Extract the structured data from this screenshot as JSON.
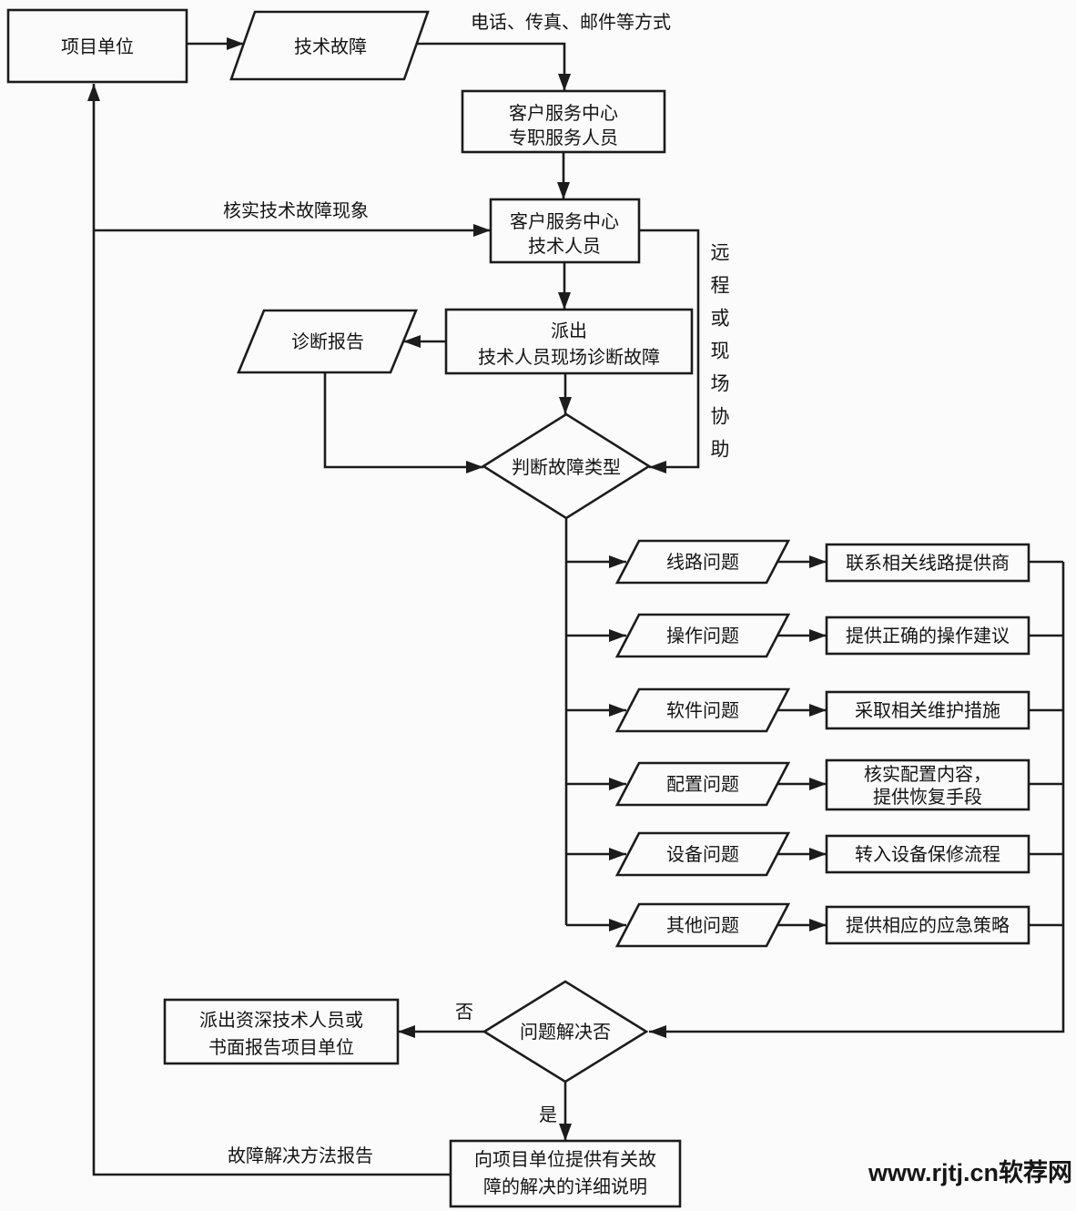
{
  "diagram": {
    "nodes": {
      "project_unit": {
        "label": "项目单位"
      },
      "tech_fault": {
        "label": "技术故障"
      },
      "service_center_staff": {
        "line1": "客户服务中心",
        "line2": "专职服务人员"
      },
      "service_center_tech": {
        "line1": "客户服务中心",
        "line2": "技术人员"
      },
      "dispatch_diagnose": {
        "line1": "派出",
        "line2": "技术人员现场诊断故障"
      },
      "diagnosis_report": {
        "label": "诊断报告"
      },
      "judge_fault_type": {
        "label": "判断故障类型"
      },
      "branches": [
        {
          "problem": "线路问题",
          "action": "联系相关线路提供商"
        },
        {
          "problem": "操作问题",
          "action": "提供正确的操作建议"
        },
        {
          "problem": "软件问题",
          "action": "采取相关维护措施"
        },
        {
          "problem": "配置问题",
          "action_line1": "核实配置内容，",
          "action_line2": "提供恢复手段"
        },
        {
          "problem": "设备问题",
          "action": "转入设备保修流程"
        },
        {
          "problem": "其他问题",
          "action": "提供相应的应急策略"
        }
      ],
      "problem_solved": {
        "label": "问题解决否"
      },
      "senior_dispatch": {
        "line1": "派出资深技术人员或",
        "line2": "书面报告项目单位"
      },
      "final_explanation": {
        "line1": "向项目单位提供有关故",
        "line2": "障的解决的详细说明"
      }
    },
    "edge_labels": {
      "contact_methods": "电话、传真、邮件等方式",
      "verify_fault": "核实技术故障现象",
      "remote_or_onsite": "远程或现场协助",
      "no": "否",
      "yes": "是",
      "solution_report": "故障解决方法报告"
    },
    "watermark": "www.rjtj.cn软荐网",
    "colors": {
      "line": "#1c1c1c",
      "background": "#fbfbfb",
      "text": "#141414"
    }
  }
}
